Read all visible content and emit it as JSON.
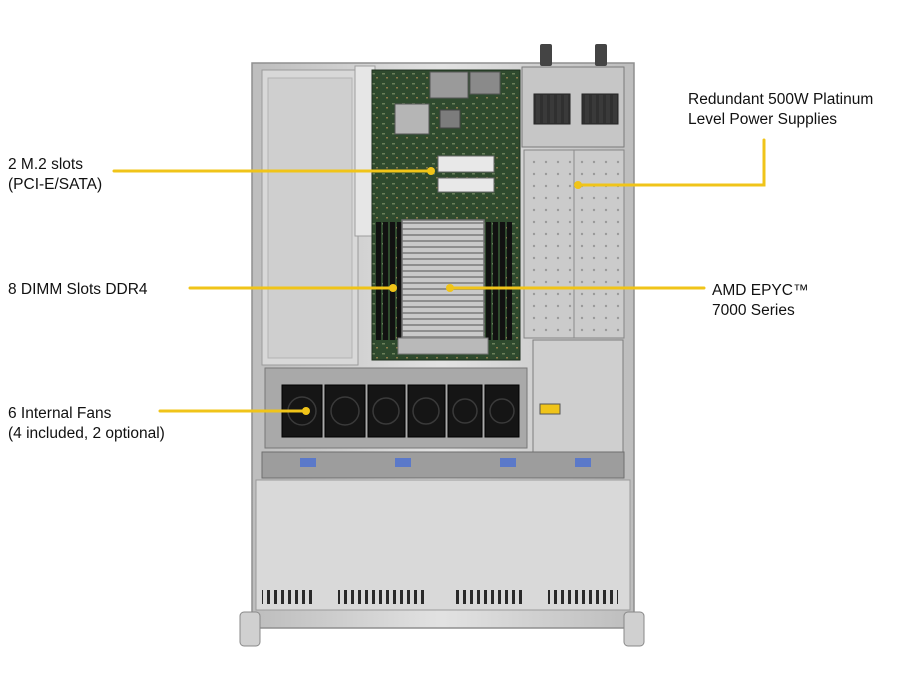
{
  "callouts": {
    "m2": {
      "line1": "2 M.2 slots",
      "line2": "(PCI-E/SATA)"
    },
    "dimm": {
      "line1": "8 DIMM Slots DDR4"
    },
    "fans": {
      "line1": "6 Internal  Fans",
      "line2": "(4 included, 2 optional)"
    },
    "power": {
      "line1": "Redundant  500W Platinum",
      "line2": "Level Power Supplies"
    },
    "cpu": {
      "line1": "AMD EPYC™",
      "line2": "7000 Series"
    }
  },
  "colors": {
    "leader_line": "#f0c419",
    "chassis": "#d9d9d9",
    "chassis_dark": "#a7a7a7",
    "motherboard": "#2f4a2e",
    "heatsink": "#bdbdbd",
    "fan": "#151515",
    "psu": "#c9c9c9",
    "text": "#111111"
  }
}
